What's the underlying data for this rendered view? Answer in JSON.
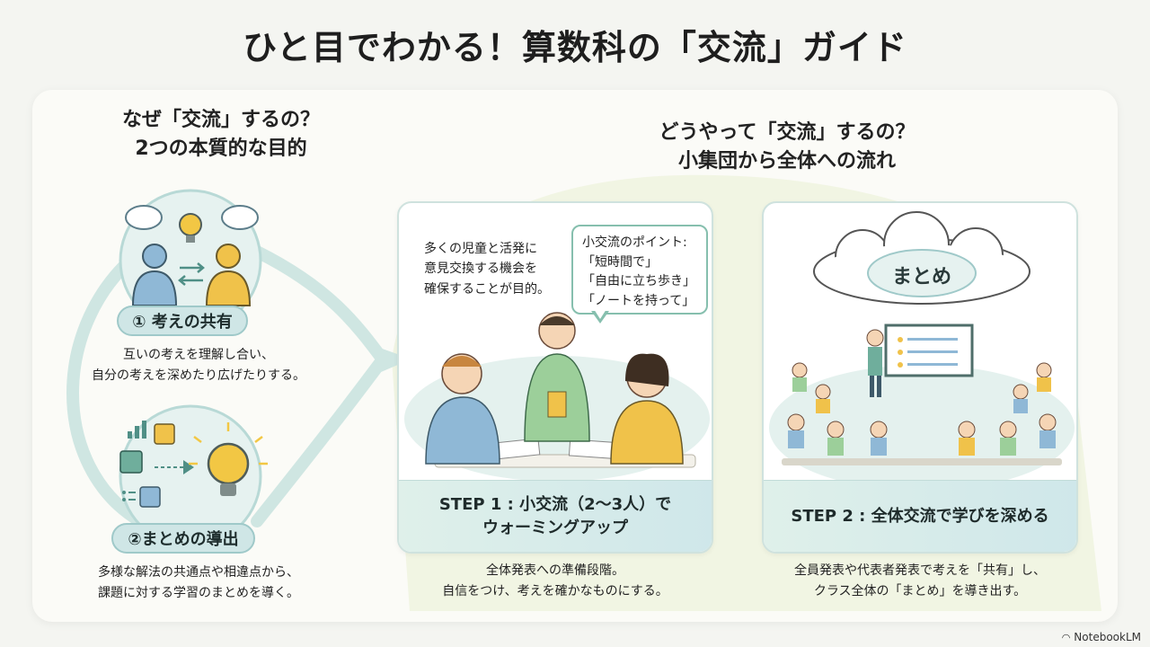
{
  "title": "ひと目でわかる！算数科の「交流」ガイド",
  "left": {
    "heading_line1": "なぜ「交流」するの？",
    "heading_line2": "2つの本質的な目的",
    "purpose1": {
      "label": "① 考えの共有",
      "desc_line1": "互いの考えを理解し合い、",
      "desc_line2": "自分の考えを深めたり広げたりする。"
    },
    "purpose2": {
      "label": "②まとめの導出",
      "desc_line1": "多様な解法の共通点や相違点から、",
      "desc_line2": "課題に対する学習のまとめを導く。"
    }
  },
  "right": {
    "heading_line1": "どうやって「交流」するの？",
    "heading_line2": "小集団から全体への流れ"
  },
  "step1": {
    "text_line1": "多くの児童と活発に",
    "text_line2": "意見交換する機会を",
    "text_line3": "確保することが目的。",
    "bubble_title": "小交流のポイント:",
    "bubble_item1": "「短時間で」",
    "bubble_item2": "「自由に立ち歩き」",
    "bubble_item3": "「ノートを持って」",
    "label_line1": "STEP 1 : 小交流（2〜3人）で",
    "label_line2": "ウォーミングアップ",
    "desc_line1": "全体発表への準備段階。",
    "desc_line2": "自信をつけ、考えを確かなものにする。"
  },
  "step2": {
    "cloud_text": "まとめ",
    "label": "STEP 2 : 全体交流で学びを深める",
    "desc_line1": "全員発表や代表者発表で考えを「共有」し、",
    "desc_line2": "クラス全体の「まとめ」を導き出す。"
  },
  "brand": "NotebookLM",
  "colors": {
    "teal_accent": "#9fc9c9",
    "pill_fill": "#cfe6e6",
    "bubble_border": "#86bfae",
    "bulb_yellow": "#f2c744",
    "person_blue": "#8fb8d6",
    "person_yellow": "#f0c24a"
  }
}
